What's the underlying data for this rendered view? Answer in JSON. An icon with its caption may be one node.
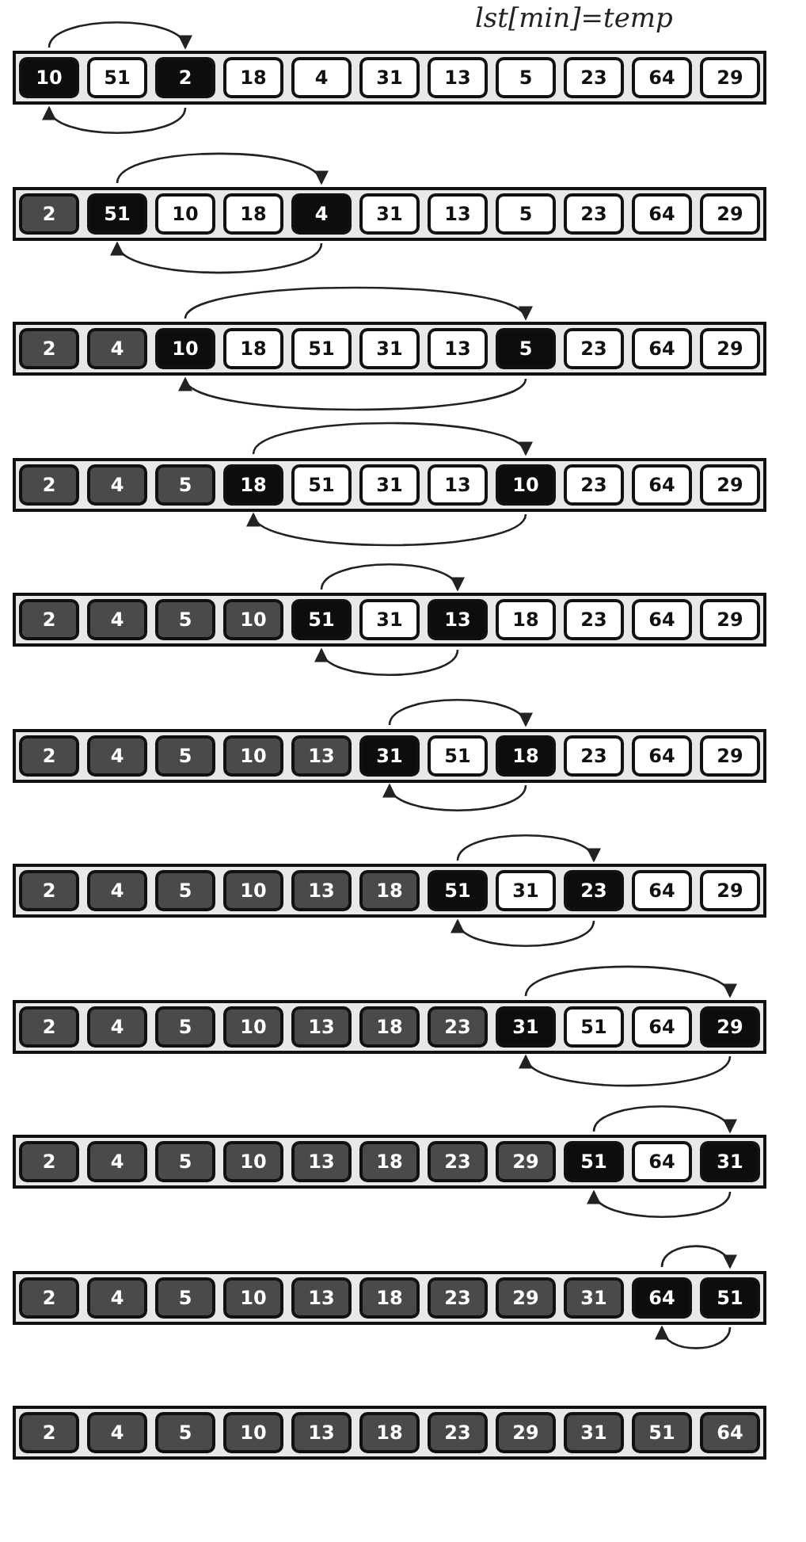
{
  "diagram": {
    "nodes": [
      {
        "text": [
          "10"
        ]
      },
      {
        "text": [
          "51"
        ]
      },
      {
        "text": [
          "2"
        ]
      },
      {
        "text": [
          "18"
        ]
      },
      {
        "text": [
          "4"
        ]
      },
      {
        "text": [
          "31"
        ]
      },
      {
        "text": [
          "13"
        ]
      },
      {
        "text": [
          "5"
        ]
      },
      {
        "text": [
          "23"
        ]
      },
      {
        "text": [
          "64"
        ]
      },
      {
        "text": [
          "29"
        ]
      },
      {
        "text": [
          "2"
        ]
      },
      {
        "text": [
          "51"
        ]
      },
      {
        "text": [
          "10"
        ]
      },
      {
        "text": [
          "18"
        ]
      },
      {
        "text": [
          "4"
        ]
      },
      {
        "text": [
          "31"
        ]
      },
      {
        "text": [
          "13"
        ]
      },
      {
        "text": [
          "5"
        ]
      },
      {
        "text": [
          "23"
        ]
      },
      {
        "text": [
          "64"
        ]
      },
      {
        "text": [
          "29"
        ]
      },
      {
        "text": [
          "2"
        ]
      },
      {
        "text": [
          "4"
        ]
      },
      {
        "text": [
          "10"
        ]
      },
      {
        "text": [
          "18"
        ]
      },
      {
        "text": [
          "51"
        ]
      },
      {
        "text": [
          "31"
        ]
      },
      {
        "text": [
          "13"
        ]
      },
      {
        "text": [
          "5"
        ]
      },
      {
        "text": [
          "23"
        ]
      },
      {
        "text": [
          "64"
        ]
      },
      {
        "text": [
          "29"
        ]
      },
      {
        "text": [
          "2"
        ]
      },
      {
        "text": [
          "4"
        ]
      },
      {
        "text": [
          "5"
        ]
      },
      {
        "text": [
          "18"
        ]
      },
      {
        "text": [
          "51"
        ]
      },
      {
        "text": [
          "31"
        ]
      },
      {
        "text": [
          "13"
        ]
      },
      {
        "text": [
          "10"
        ]
      },
      {
        "text": [
          "23"
        ]
      },
      {
        "text": [
          "64"
        ]
      },
      {
        "text": [
          "29"
        ]
      },
      {
        "text": [
          "2"
        ]
      },
      {
        "text": [
          "4"
        ]
      },
      {
        "text": [
          "5"
        ]
      },
      {
        "text": [
          "10"
        ]
      },
      {
        "text": [
          "51"
        ]
      },
      {
        "text": [
          "31"
        ]
      },
      {
        "text": [
          "13"
        ]
      },
      {
        "text": [
          "18"
        ]
      },
      {
        "text": [
          "23"
        ]
      },
      {
        "text": [
          "64"
        ]
      },
      {
        "text": [
          "29"
        ]
      },
      {
        "text": [
          "2"
        ]
      },
      {
        "text": [
          "4"
        ]
      },
      {
        "text": [
          "5"
        ]
      },
      {
        "text": [
          "10"
        ]
      },
      {
        "text": [
          "13"
        ]
      },
      {
        "text": [
          "31"
        ]
      },
      {
        "text": [
          "51"
        ]
      },
      {
        "text": [
          "18"
        ]
      },
      {
        "text": [
          "23"
        ]
      },
      {
        "text": [
          "64"
        ]
      },
      {
        "text": [
          "29"
        ]
      },
      {
        "text": [
          "2"
        ]
      },
      {
        "text": [
          "4"
        ]
      },
      {
        "text": [
          "5"
        ]
      },
      {
        "text": [
          "10"
        ]
      },
      {
        "text": [
          "13"
        ]
      },
      {
        "text": [
          "18"
        ]
      },
      {
        "text": [
          "51"
        ]
      },
      {
        "text": [
          "31"
        ]
      },
      {
        "text": [
          "23"
        ]
      },
      {
        "text": [
          "64"
        ]
      },
      {
        "text": [
          "29"
        ]
      },
      {
        "text": [
          "2"
        ]
      },
      {
        "text": [
          "4"
        ]
      },
      {
        "text": [
          "5"
        ]
      },
      {
        "text": [
          "10"
        ]
      },
      {
        "text": [
          "13"
        ]
      },
      {
        "text": [
          "18"
        ]
      },
      {
        "text": [
          "23"
        ]
      },
      {
        "text": [
          "31"
        ]
      },
      {
        "text": [
          "51"
        ]
      },
      {
        "text": [
          "64"
        ]
      },
      {
        "text": [
          "29"
        ]
      },
      {
        "text": [
          "2"
        ]
      },
      {
        "text": [
          "4"
        ]
      },
      {
        "text": [
          "5"
        ]
      },
      {
        "text": [
          "10"
        ]
      },
      {
        "text": [
          "13"
        ]
      },
      {
        "text": [
          "18"
        ]
      },
      {
        "text": [
          "23"
        ]
      },
      {
        "text": [
          "29"
        ]
      },
      {
        "text": [
          "51"
        ]
      },
      {
        "text": [
          "64"
        ]
      },
      {
        "text": [
          "31"
        ]
      },
      {
        "text": [
          "2"
        ]
      },
      {
        "text": [
          "4"
        ]
      },
      {
        "text": [
          "5"
        ]
      },
      {
        "text": [
          "10"
        ]
      },
      {
        "text": [
          "13"
        ]
      },
      {
        "text": [
          "18"
        ]
      },
      {
        "text": [
          "23"
        ]
      },
      {
        "text": [
          "29"
        ]
      },
      {
        "text": [
          "31"
        ]
      },
      {
        "text": [
          "64"
        ]
      },
      {
        "text": [
          "51"
        ]
      },
      {
        "text": [
          "2"
        ]
      },
      {
        "text": [
          "4"
        ]
      },
      {
        "text": [
          "5"
        ]
      },
      {
        "text": [
          "10"
        ]
      },
      {
        "text": [
          "13"
        ]
      },
      {
        "text": [
          "18"
        ]
      },
      {
        "text": [
          "23"
        ]
      },
      {
        "text": [
          "29"
        ]
      },
      {
        "text": [
          "31"
        ]
      },
      {
        "text": [
          "51"
        ]
      },
      {
        "text": [
          "64"
        ]
      }
    ],
    "edges": [
      {
        "from": 0,
        "to": 2,
        "arrow": "to"
      },
      {
        "from": 2,
        "to": 0,
        "arrow": "to"
      },
      {
        "from": 12,
        "to": 15,
        "arrow": "to"
      },
      {
        "from": 15,
        "to": 12,
        "arrow": "to"
      },
      {
        "from": 24,
        "to": 29,
        "arrow": "to"
      },
      {
        "from": 29,
        "to": 24,
        "arrow": "to"
      },
      {
        "from": 36,
        "to": 40,
        "arrow": "to"
      },
      {
        "from": 40,
        "to": 36,
        "arrow": "to"
      },
      {
        "from": 48,
        "to": 50,
        "arrow": "to"
      },
      {
        "from": 50,
        "to": 48,
        "arrow": "to"
      },
      {
        "from": 60,
        "to": 62,
        "arrow": "to"
      },
      {
        "from": 62,
        "to": 60,
        "arrow": "to"
      },
      {
        "from": 72,
        "to": 74,
        "arrow": "to"
      },
      {
        "from": 74,
        "to": 72,
        "arrow": "to"
      },
      {
        "from": 84,
        "to": 87,
        "arrow": "to"
      },
      {
        "from": 87,
        "to": 84,
        "arrow": "to"
      },
      {
        "from": 96,
        "to": 98,
        "arrow": "to"
      },
      {
        "from": 98,
        "to": 96,
        "arrow": "to"
      },
      {
        "from": 108,
        "to": 109,
        "arrow": "to"
      },
      {
        "from": 109,
        "to": 108,
        "arrow": "to"
      }
    ],
    "labels": [
      "lst[min]=temp"
    ]
  }
}
